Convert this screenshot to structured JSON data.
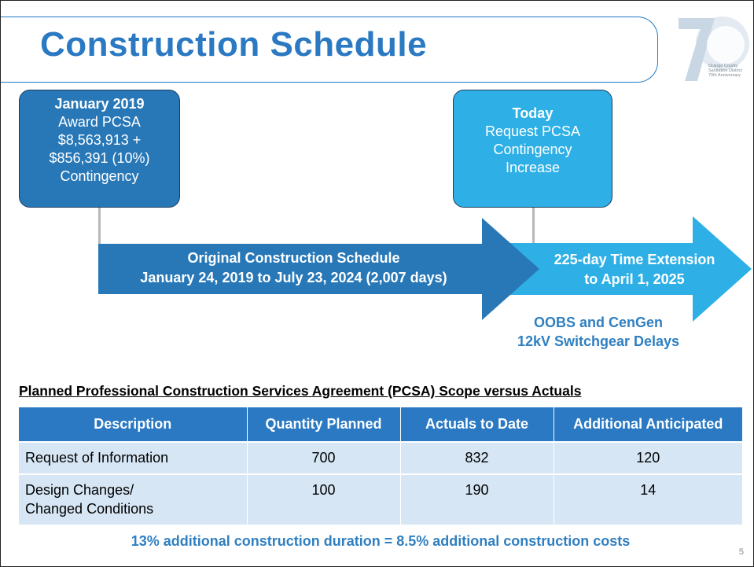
{
  "title": "Construction Schedule",
  "logo": {
    "numeral": "70",
    "caption_lines": [
      "Orange County",
      "Sanitation District",
      "70th Anniversary"
    ]
  },
  "milestones": {
    "january": {
      "heading": "January 2019",
      "lines": [
        "Award PCSA",
        "$8,563,913 +",
        "$856,391 (10%)",
        "Contingency"
      ]
    },
    "today": {
      "heading": "Today",
      "lines": [
        "Request PCSA",
        "Contingency",
        "Increase"
      ]
    }
  },
  "arrows": {
    "original": {
      "line1": "Original Construction Schedule",
      "line2": "January 24, 2019 to July 23, 2024 (2,007 days)"
    },
    "extension": {
      "line1": "225-day Time Extension",
      "line2": "to April 1, 2025"
    }
  },
  "delays_note": [
    "OOBS and CenGen",
    "12kV Switchgear Delays"
  ],
  "table": {
    "caption": "Planned Professional Construction Services Agreement (PCSA) Scope versus Actuals",
    "headers": [
      "Description",
      "Quantity Planned",
      "Actuals to Date",
      "Additional Anticipated"
    ],
    "rows": [
      {
        "description": [
          "Request of Information"
        ],
        "planned": "700",
        "actuals": "832",
        "anticipated": "120"
      },
      {
        "description": [
          "Design Changes/",
          "Changed Conditions"
        ],
        "planned": "100",
        "actuals": "190",
        "anticipated": "14"
      }
    ]
  },
  "footer_note": "13% additional construction duration = 8.5% additional construction costs",
  "page_number": "5",
  "colors": {
    "title_blue": "#2a79c2",
    "dark_blue": "#2878b8",
    "light_blue": "#2eb0e6",
    "table_row": "#d6e6f4",
    "note_blue": "#2f7fc1"
  }
}
